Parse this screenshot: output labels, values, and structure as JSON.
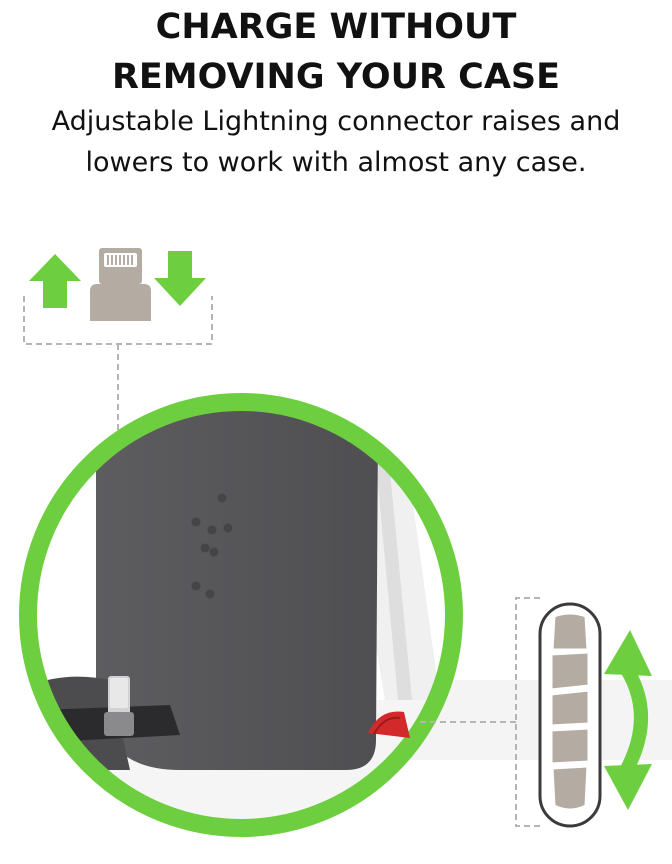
{
  "headline": {
    "line1": "CHARGE WITHOUT",
    "line2": "REMOVING YOUR CASE"
  },
  "subtext": {
    "line1": "Adjustable Lightning connector raises and",
    "line2": "lowers to work with almost any case."
  },
  "colors": {
    "accent_green": "#6dcf3f",
    "dock_gray": "#5a5a5c",
    "base_white": "#f2f2f2",
    "connector_tan": "#b4aba3",
    "wheel_red": "#d22a2a"
  },
  "icons": {
    "up": "up-arrow-icon",
    "down": "down-arrow-icon",
    "connector": "lightning-connector-icon",
    "adjust": "double-curved-arrow-icon"
  }
}
